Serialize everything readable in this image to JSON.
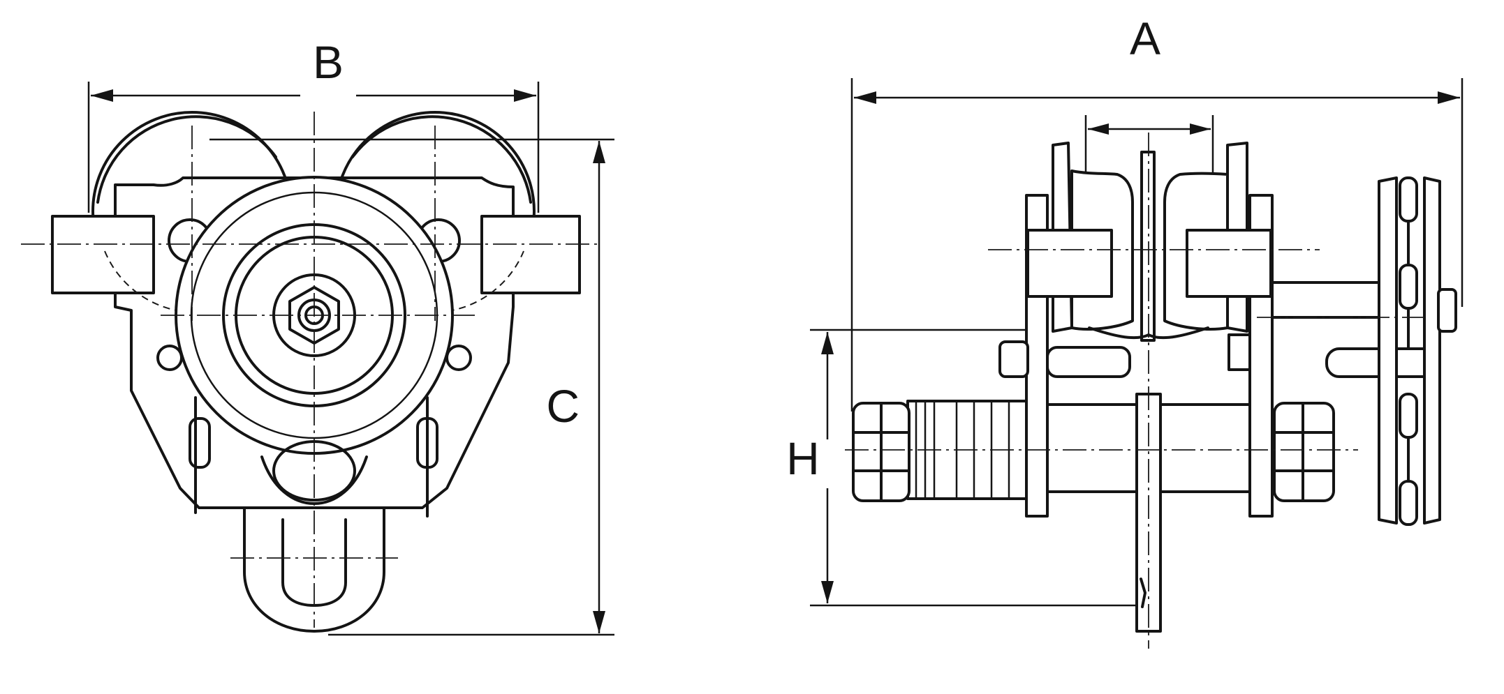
{
  "dimension_labels": {
    "A": "A",
    "B": "B",
    "C": "C",
    "H": "H"
  },
  "colors": {
    "line": "#141414",
    "background": "#ffffff"
  }
}
